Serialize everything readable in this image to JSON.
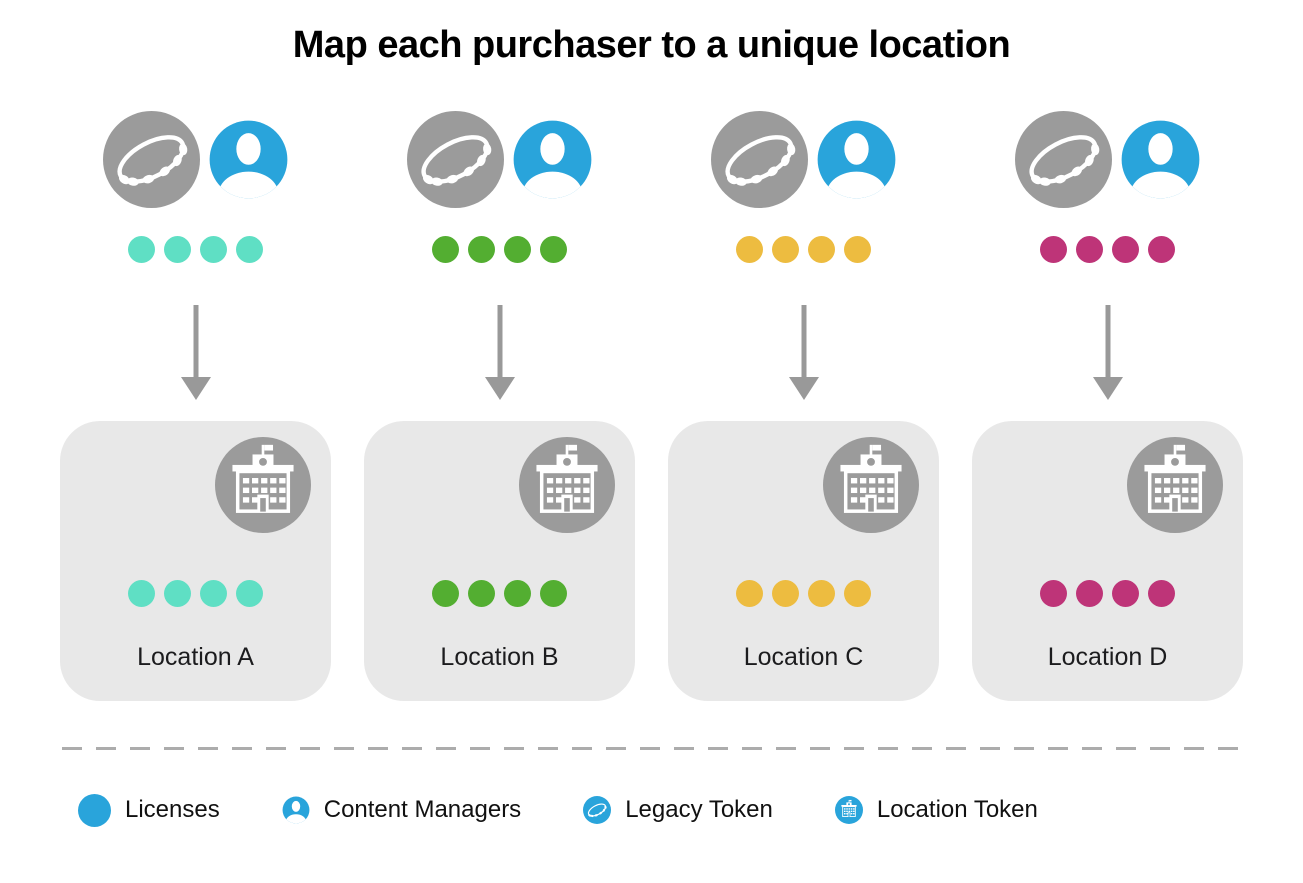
{
  "title": "Map each purchaser to a unique location",
  "colors": {
    "teal": "#5FDFC4",
    "green": "#53AE31",
    "yellow": "#EDBC40",
    "magenta": "#BE3478",
    "blue": "#29A4DB",
    "icon_gray": "#9B9B9B",
    "card_bg": "#E8E8E8",
    "arrow_gray": "#999999",
    "divider_gray": "#ACACAC"
  },
  "columns": [
    {
      "dot_color": "teal",
      "dots_count": 4,
      "label": "Location A"
    },
    {
      "dot_color": "green",
      "dots_count": 4,
      "label": "Location B"
    },
    {
      "dot_color": "yellow",
      "dots_count": 4,
      "label": "Location C"
    },
    {
      "dot_color": "magenta",
      "dots_count": 4,
      "label": "Location D"
    }
  ],
  "legend": {
    "items": [
      {
        "icon": "licenses-dot-icon",
        "label": "Licenses"
      },
      {
        "icon": "content-manager-icon",
        "label": "Content Managers"
      },
      {
        "icon": "legacy-token-icon",
        "label": "Legacy Token"
      },
      {
        "icon": "location-token-icon",
        "label": "Location Token"
      }
    ]
  }
}
